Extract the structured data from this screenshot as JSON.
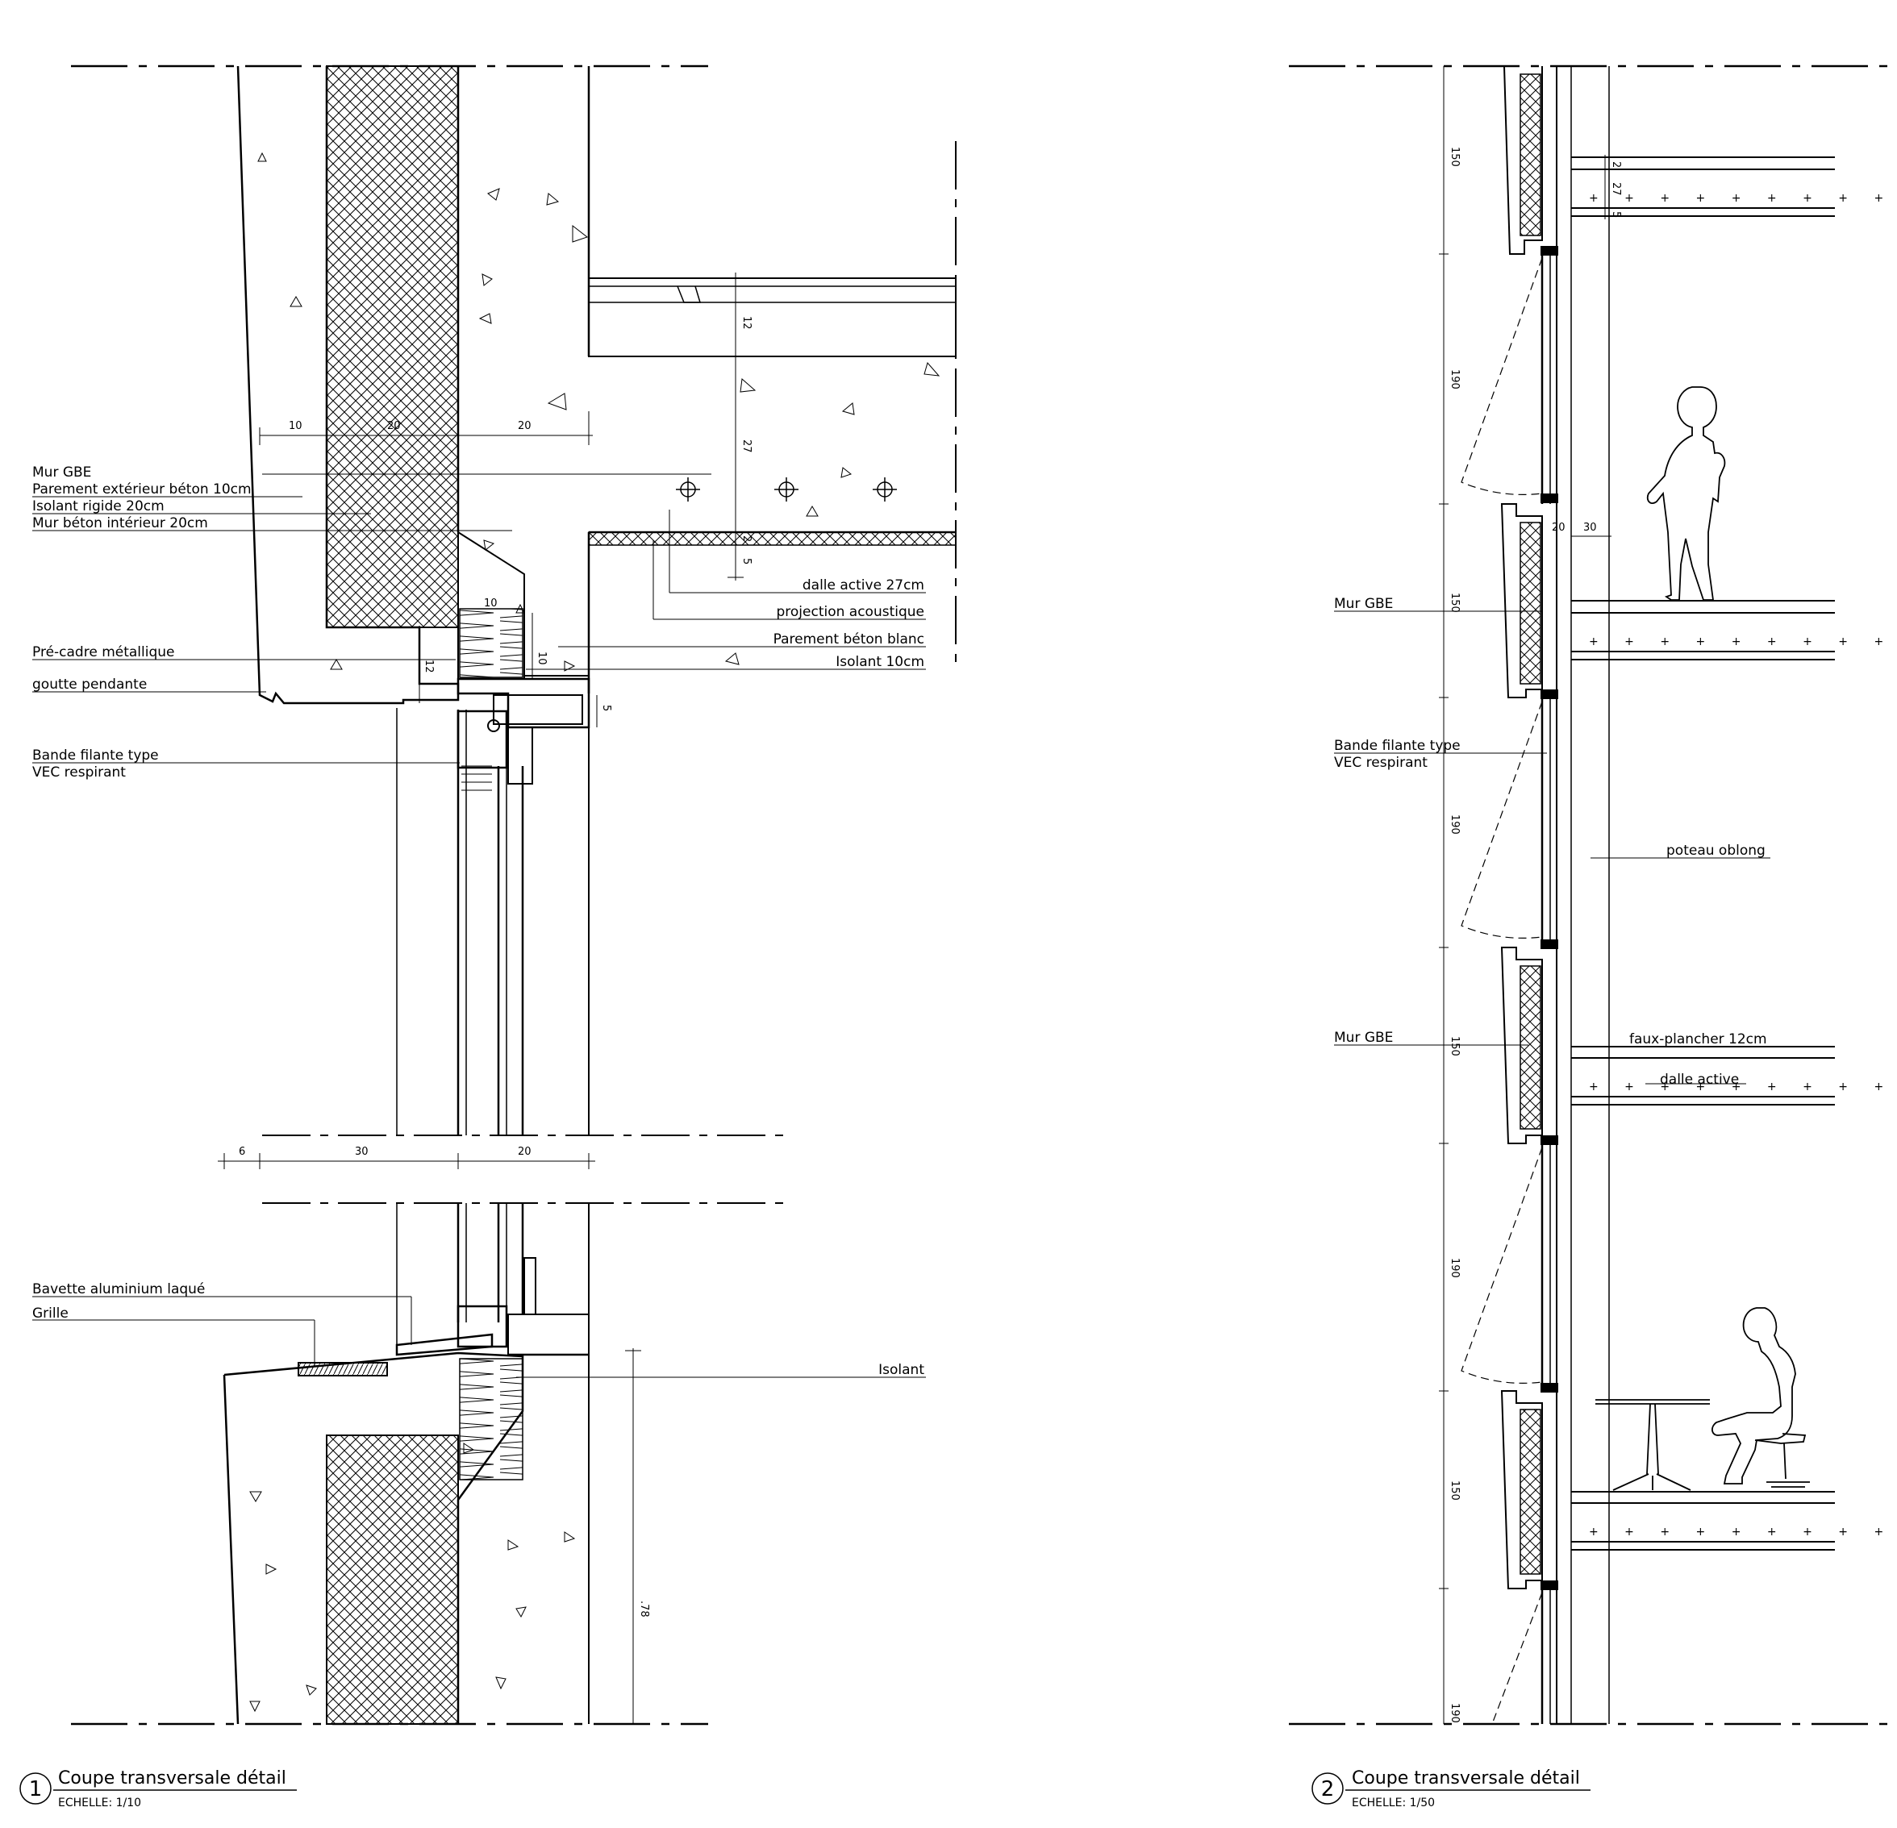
{
  "colors": {
    "line": "#000000",
    "background": "#ffffff",
    "concrete_dot": "#999999"
  },
  "detail1": {
    "labels": {
      "mur_gbe": "Mur GBE",
      "parement_ext": "Parement extérieur béton 10cm",
      "isolant_rigide": "Isolant rigide 20cm",
      "mur_beton_int": "Mur béton intérieur 20cm",
      "pre_cadre": "Pré-cadre métallique",
      "goutte": "goutte pendante",
      "bande_1": "Bande filante type",
      "bande_2": "VEC respirant",
      "bavette": "Bavette aluminium laqué",
      "grille": "Grille",
      "dalle_active": "dalle active 27cm",
      "projection": "projection acoustique",
      "parement_blanc": "Parement béton blanc",
      "isolant10": "Isolant 10cm",
      "isolant": "Isolant"
    },
    "dims": {
      "top_a": "10",
      "top_b": "20",
      "top_c": "20",
      "slab_12": "12",
      "slab_27": "27",
      "slab_2": "2",
      "slab_5": "5",
      "ins_10a": "10",
      "ins_10b": "10",
      "frame_12": "12",
      "frame_5": "5",
      "mid_6": "6",
      "mid_30": "30",
      "mid_20": "20",
      "height_78": ".78"
    },
    "title": "Coupe transversale détail",
    "scale": "ECHELLE: 1/10",
    "number": "1"
  },
  "detail2": {
    "labels": {
      "mur_gbe_1": "Mur GBE",
      "bande_1": "Bande filante type",
      "bande_2": "VEC respirant",
      "poteau": "poteau oblong",
      "mur_gbe_2": "Mur GBE",
      "faux_plancher": "faux-plancher 12cm",
      "dalle_active": "dalle active"
    },
    "dims": {
      "v150a": "150",
      "v190a": "190",
      "v150b": "150",
      "v190b": "190",
      "v150c": "150",
      "v190c": "190",
      "v150d": "150",
      "v190d": "190",
      "d20": "20",
      "d30": "30",
      "d2": "2",
      "d27": "27",
      "d5": "5"
    },
    "title": "Coupe transversale détail",
    "scale": "ECHELLE: 1/50",
    "number": "2"
  }
}
